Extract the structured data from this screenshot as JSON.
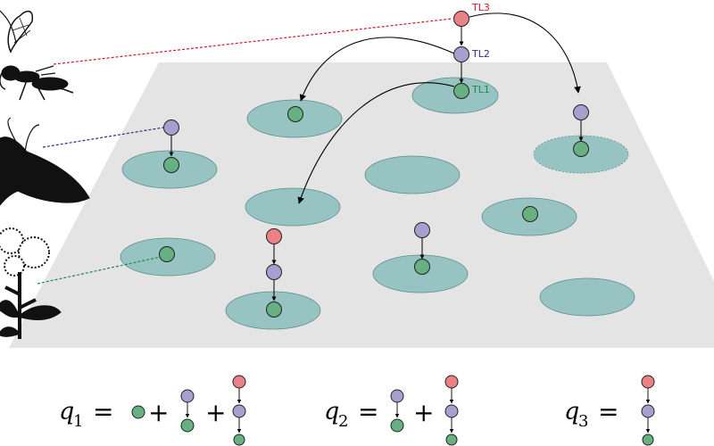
{
  "colors": {
    "plane": "#e4e4e4",
    "patch": "#97c4c2",
    "patch_stroke": "#5e8f8d",
    "tl1": "#67b082",
    "tl2": "#a5a0cf",
    "tl3": "#ec8087",
    "tl1_text": "#1f8a4b",
    "tl2_text": "#2e2e8c",
    "tl3_text": "#d11a2a",
    "dash_red": "#d11a2a",
    "dash_blue": "#2e2e8c",
    "dash_green": "#1f8a4b"
  },
  "trophic_labels": {
    "tl1": "TL1",
    "tl2": "TL2",
    "tl3": "TL3"
  },
  "equations": [
    {
      "lhs": "q",
      "sub": "1",
      "eq": "=",
      "op1": "+",
      "op2": "+"
    },
    {
      "lhs": "q",
      "sub": "2",
      "eq": "=",
      "op1": "+"
    },
    {
      "lhs": "q",
      "sub": "3",
      "eq": "="
    }
  ],
  "icons": [
    "wasp-silhouette-icon",
    "moth-silhouette-icon",
    "plant-silhouette-icon"
  ]
}
